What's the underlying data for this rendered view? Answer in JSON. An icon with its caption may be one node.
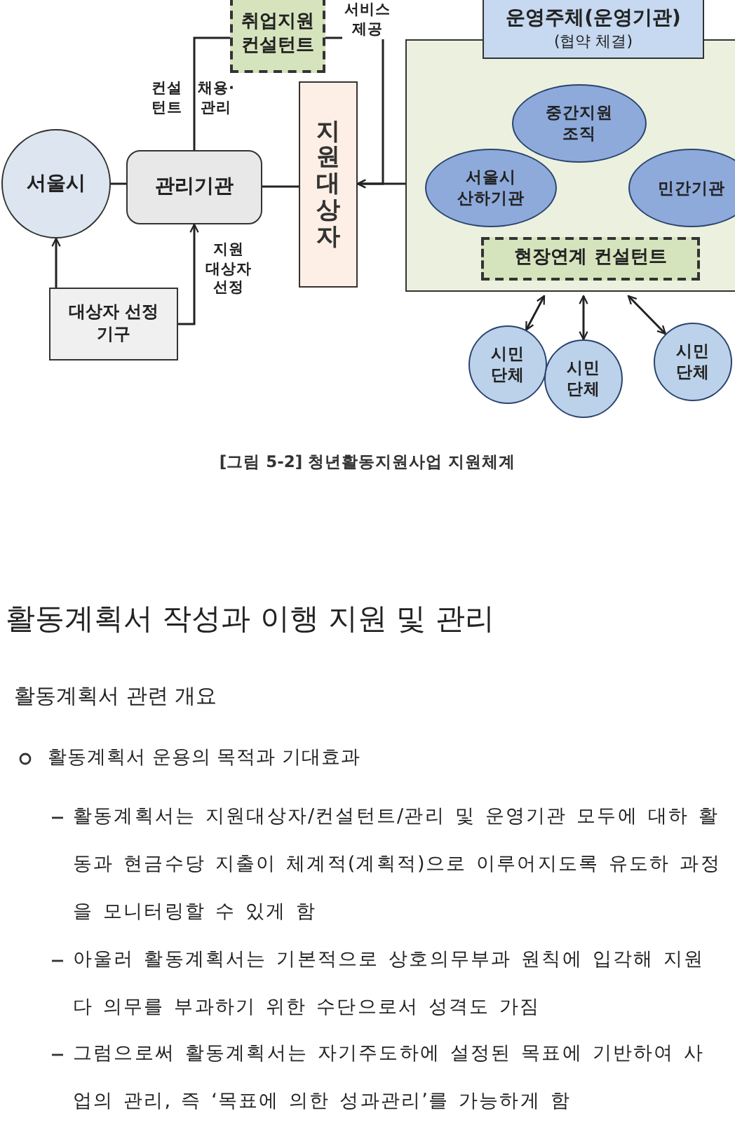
{
  "diagram": {
    "caption": "[그림 5-2] 청년활동지원사업 지원체계",
    "nodes": [
      {
        "text": [
          "서울시"
        ]
      },
      {
        "text": [
          "관리기관"
        ]
      },
      {
        "text": [
          "취업지원 컨설턴트"
        ]
      },
      {
        "text": [
          "지원대상자"
        ]
      },
      {
        "text": [
          "운영주체(운영기관)",
          "(협약 체결)"
        ]
      },
      {
        "text": [
          "중간지원 조직"
        ],
        "in": 4
      },
      {
        "text": [
          "서울시 산하기관"
        ],
        "in": 4
      },
      {
        "text": [
          "민간기관"
        ],
        "in": 4
      },
      {
        "text": [
          "현장연계 컨설턴트"
        ],
        "in": 4
      },
      {
        "text": [
          "대상자 선정 기구"
        ]
      },
      {
        "text": [
          "시민 단체"
        ]
      },
      {
        "text": [
          "시민 단체"
        ]
      },
      {
        "text": [
          "시민 단체"
        ]
      }
    ],
    "edges": [
      {
        "from": 0,
        "to": 1,
        "arrow": "none"
      },
      {
        "from": 9,
        "to": 0,
        "arrow": "to"
      },
      {
        "from": 9,
        "to": 1,
        "arrow": "to",
        "label": "지원 대상자 선정"
      },
      {
        "from": 1,
        "to": 2,
        "arrow": "none"
      },
      {
        "from": 2,
        "to": 3,
        "arrow": "to",
        "label": "서비스 제공"
      },
      {
        "from": 4,
        "to": 3,
        "arrow": "to"
      },
      {
        "from": 3,
        "to": 1,
        "arrow": "none"
      },
      {
        "from": 4,
        "to": 10,
        "arrow": "both"
      },
      {
        "from": 4,
        "to": 11,
        "arrow": "both"
      },
      {
        "from": 4,
        "to": 12,
        "arrow": "both"
      }
    ],
    "labels": [
      "컨설 턴트",
      "채용· 관리",
      "활동계획서 작성과 이행 지원 및 관리",
      "활동계획서 관련 개요",
      "활동계획서 운용의 목적과 기대효과",
      "활동계획서는 지원대상자/컨설턴트/관리 및 운영기관 모두에 대하 활동과 현금수당 지출이 체계적(계획적)으로 이루어지도록 유도하 과정을 모니터링할 수 있게 함",
      "아울러 활동계획서는 기본적으로 상호의무부과 원칙에 입각해 지원다 의무를 부과하기 위한 수단으로서 성격도 가짐",
      "그럼으로써 활동계획서는 자기주도하에 설정된 목표에 기반하여 사업의 관리, 즉 ‘목표에 의한 성과관리’를 가능하게 함"
    ]
  }
}
